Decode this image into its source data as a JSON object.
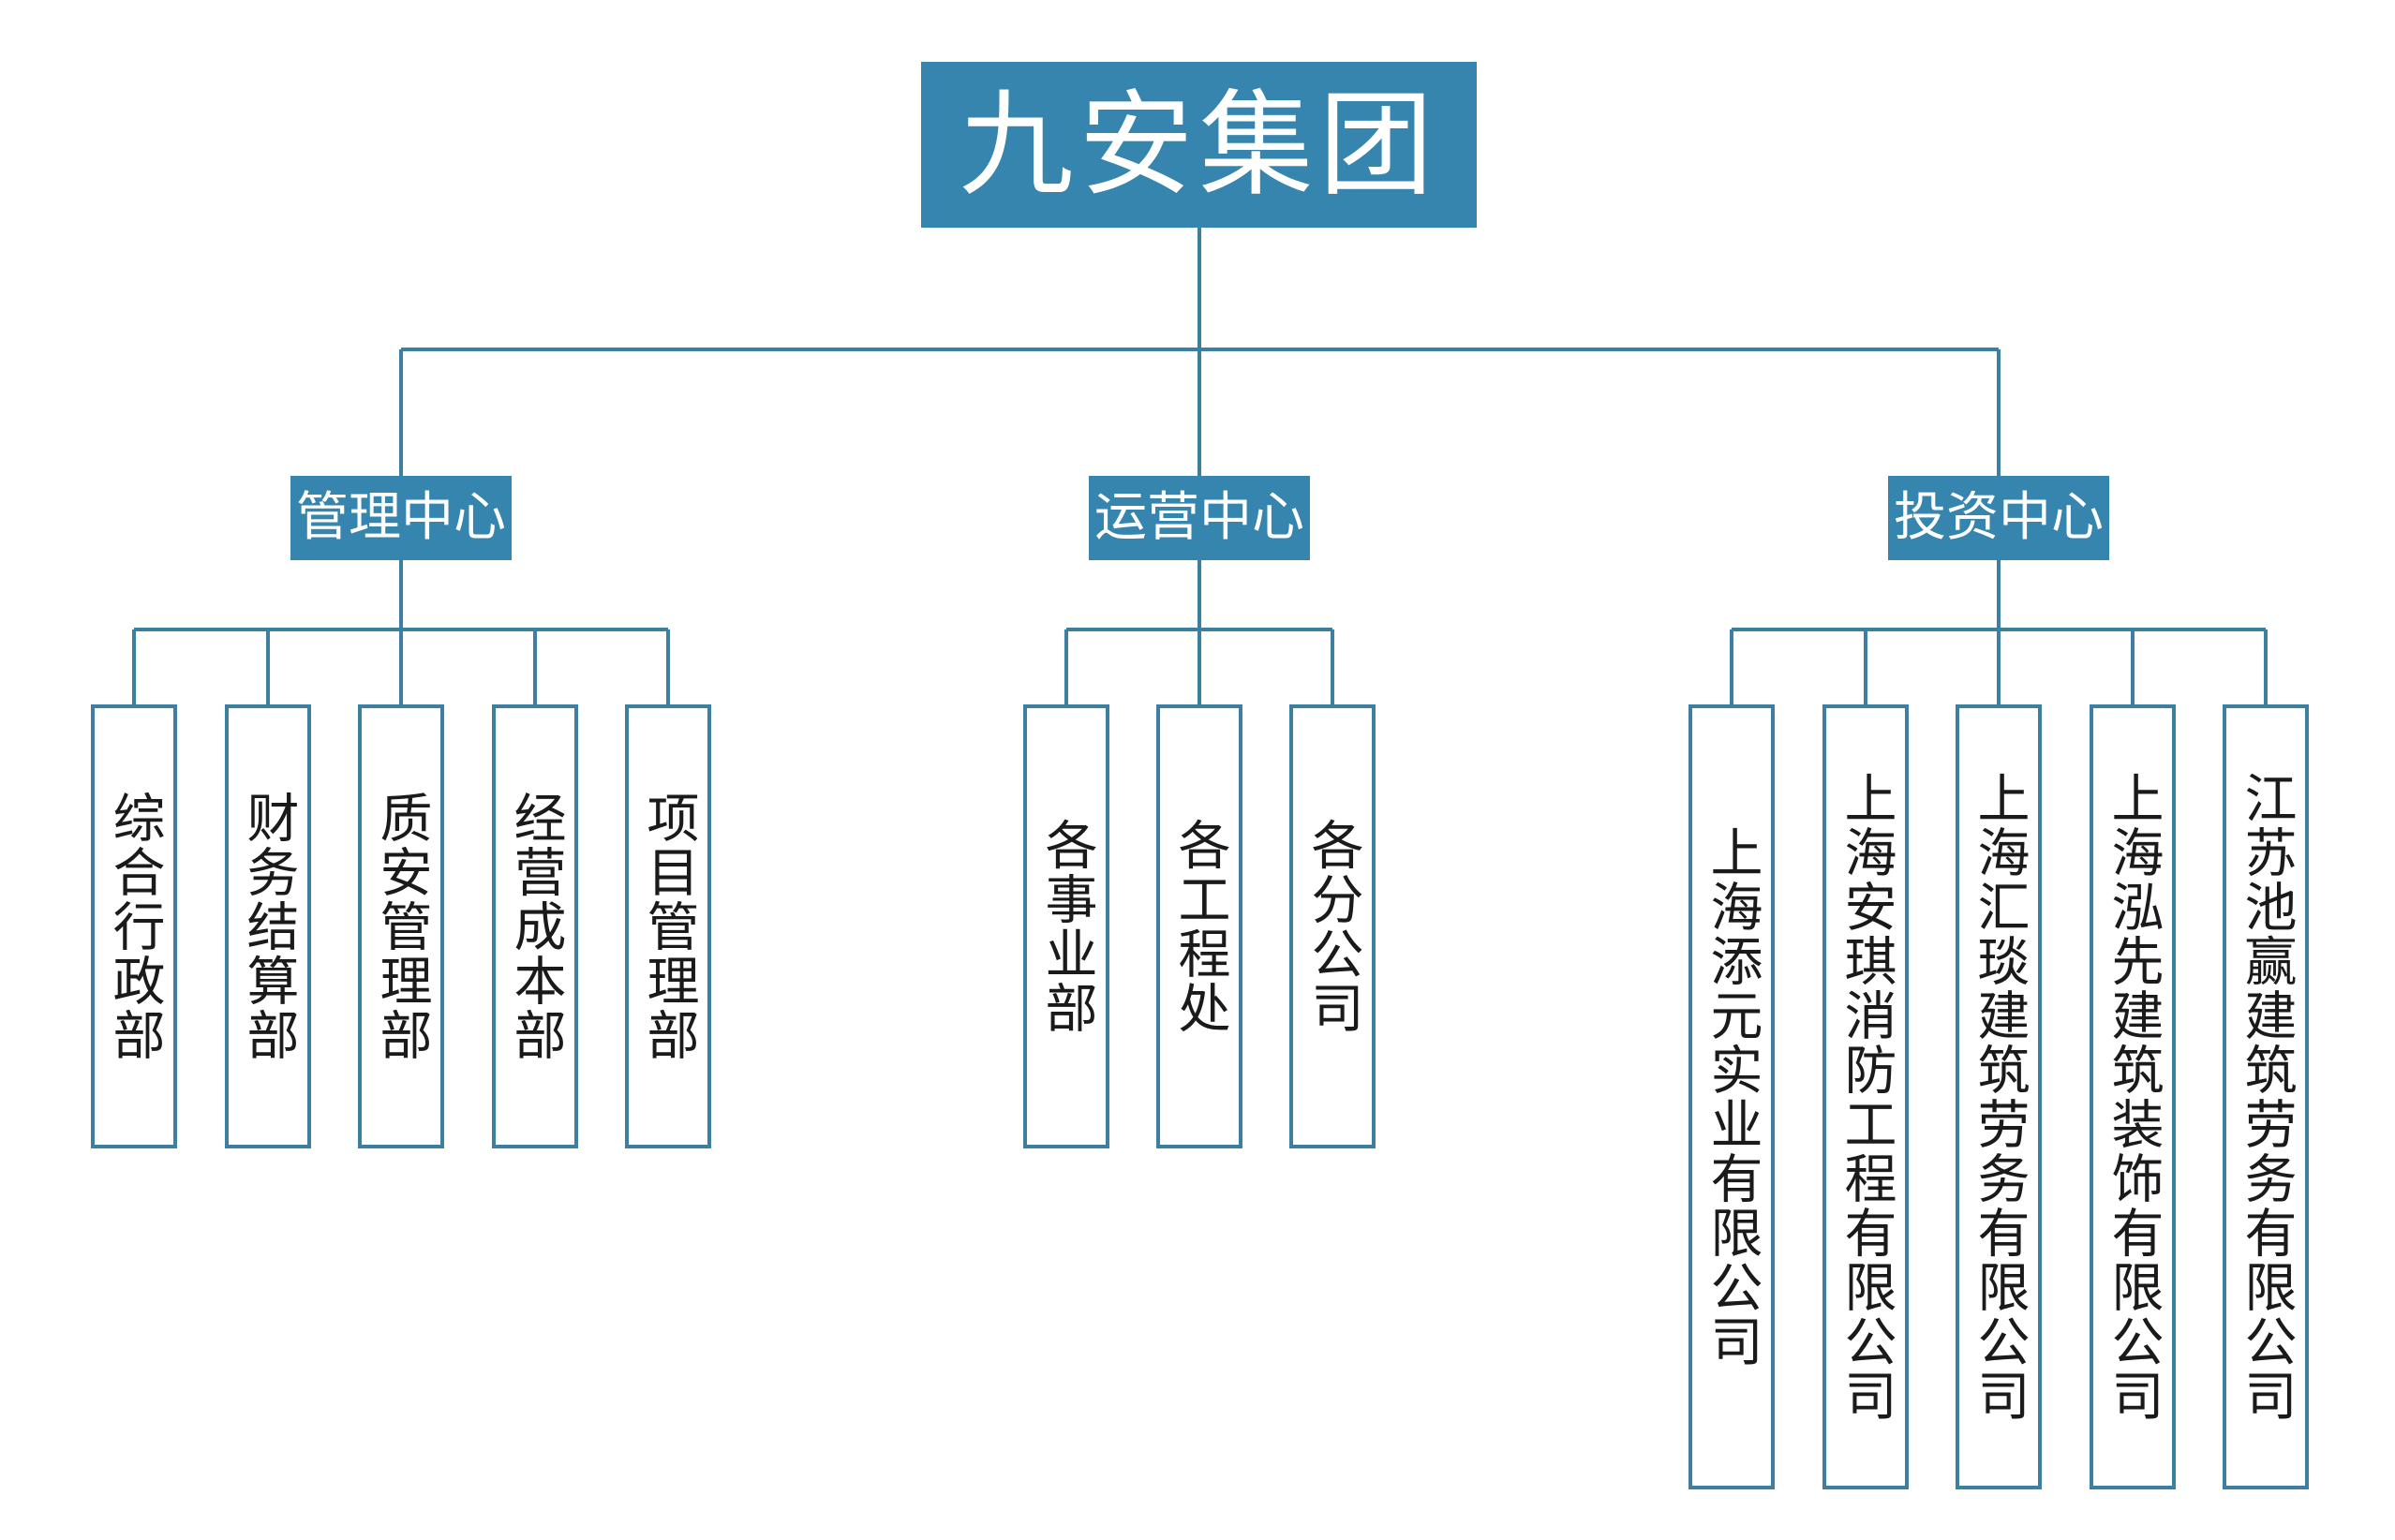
{
  "colors": {
    "header_fill": "#3585ae",
    "line": "#3d7fa3",
    "leaf_border": "#3d7fa3",
    "header_text": "#ffffff",
    "leaf_text": "#1a1a1a"
  },
  "root": {
    "title": "九安集团"
  },
  "centers": [
    {
      "label": "管理中心",
      "children": [
        "综合行政部",
        "财务结算部",
        "质安管理部",
        "经营成本部",
        "项目管理部"
      ]
    },
    {
      "label": "运营中心",
      "children": [
        "各事业部",
        "各工程处",
        "各分公司"
      ]
    },
    {
      "label": "投资中心",
      "children": [
        "上海添元实业有限公司",
        "上海安琪消防工程有限公司",
        "上海汇琰建筑劳务有限公司",
        "上海泓先建筑装饰有限公司",
        "江苏池赢建筑劳务有限公司"
      ]
    }
  ]
}
